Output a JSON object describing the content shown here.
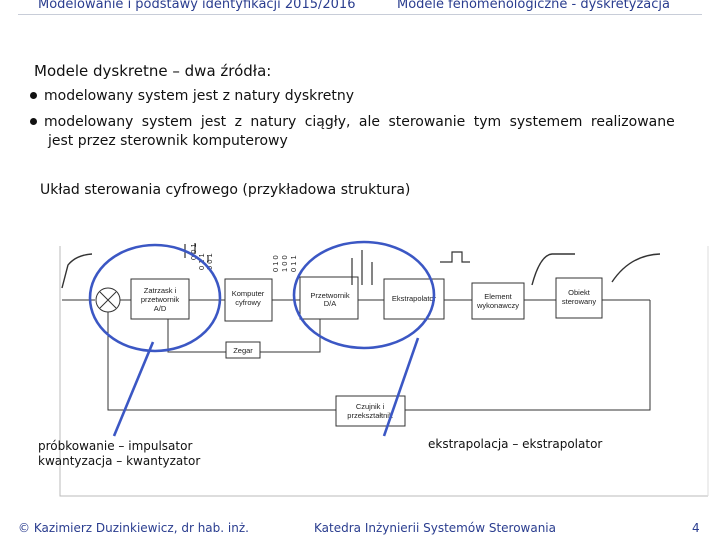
{
  "header": {
    "left": "Modelowanie i podstawy identyfikacji 2015/2016",
    "right": "Modele fenomenologiczne - dyskretyzacja"
  },
  "slide": {
    "title": "Modele dyskretne – dwa źródła:",
    "bullets": [
      "modelowany system jest z natury dyskretny",
      "modelowany system jest z natury ciągły, ale sterowanie tym systemem realizowane",
      "jest przez sterownik komputerowy"
    ],
    "subheading": "Układ sterowania cyfrowego (przykładowa struktura)"
  },
  "diagram": {
    "blocks": {
      "ad": [
        "Zatrzask i",
        "przetwornik",
        "A/D"
      ],
      "computer": [
        "Komputer",
        "cyfrowy"
      ],
      "da": [
        "Przetwornik",
        "D/A"
      ],
      "extrapolator": "Ekstrapolator",
      "actuator": [
        "Element",
        "wykonawczy"
      ],
      "plant": [
        "Obiekt",
        "sterowany"
      ],
      "clock": "Zegar",
      "sensor": [
        "Czujnik i",
        "przekształtnik"
      ]
    },
    "bits_before": [
      "0 0 1",
      "0 1 1",
      "0 0 1"
    ],
    "bits_after": [
      "0 1 0",
      "1 0 0",
      "0 1 1"
    ],
    "highlight_color": "#3b57c4"
  },
  "notes": {
    "left": [
      "próbkowanie – impulsator",
      "kwantyzacja – kwantyzator"
    ],
    "right": "ekstrapolacja – ekstrapolator"
  },
  "footer": {
    "left": "© Kazimierz Duzinkiewicz, dr hab. inż.",
    "center": "Katedra Inżynierii Systemów Sterowania",
    "page": "4"
  }
}
